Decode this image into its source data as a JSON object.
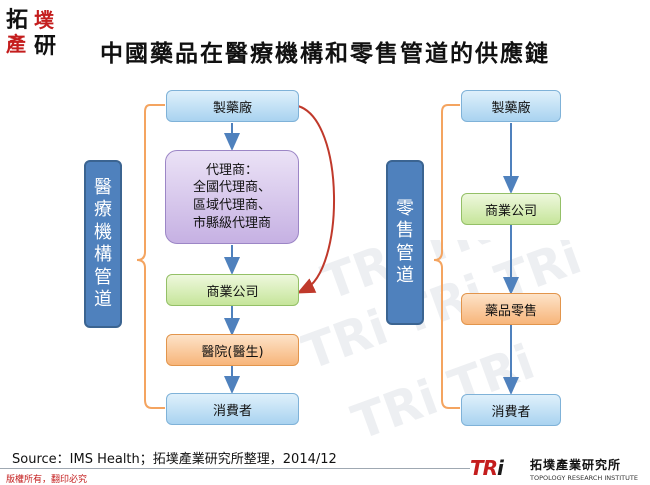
{
  "logo": {
    "c1": "拓",
    "c2": "墣",
    "c3": "產",
    "c4": "研"
  },
  "title": "中國藥品在醫療機構和零售管道的供應鏈",
  "left": {
    "side_label": [
      "醫",
      "療",
      "機",
      "構",
      "管",
      "道"
    ],
    "manufacturer": "製藥廠",
    "agent": [
      "代理商：",
      "全國代理商、",
      "區域代理商、",
      "市縣級代理商"
    ],
    "commercial": "商業公司",
    "hospital": "醫院(醫生)",
    "consumer": "消費者"
  },
  "right": {
    "side_label": [
      "零",
      "售",
      "管",
      "道"
    ],
    "manufacturer": "製藥廠",
    "commercial": "商業公司",
    "retail": "藥品零售",
    "consumer": "消費者"
  },
  "source": "Source：IMS  Health；拓墣產業研究所整理，2014/12",
  "copyright": "版權所有，翻印必究",
  "footer_logo": {
    "mark_left": "TR",
    "mark_right": "i",
    "name_cn": "拓墣產業研究所",
    "name_en": "TOPOLOGY RESEARCH INSTITUTE"
  },
  "colors": {
    "side": "#4f81bd",
    "arrow": "#4f81bd",
    "curve_arrow": "#c0392b",
    "bracket": "#f4a460"
  }
}
